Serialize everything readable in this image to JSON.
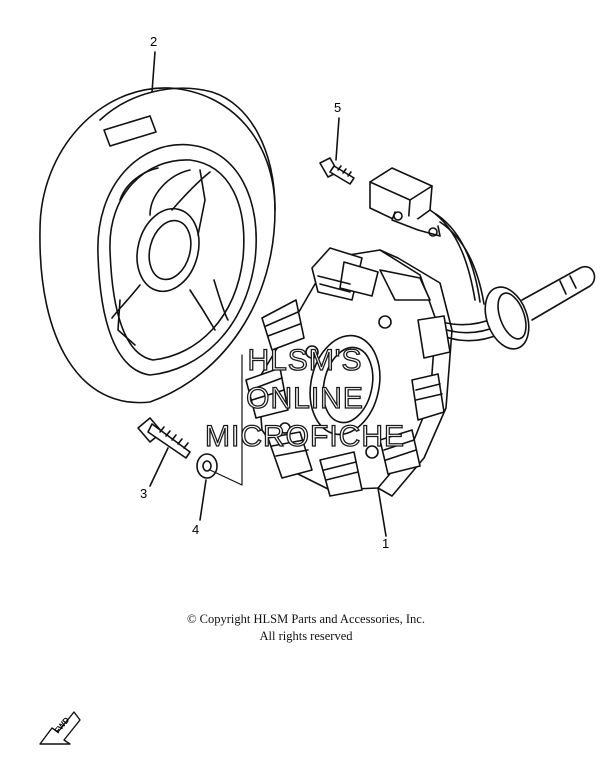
{
  "callouts": {
    "c1": "1",
    "c2": "2",
    "c3": "3",
    "c4": "4",
    "c5": "5"
  },
  "watermark": {
    "line1": "HLSM'S",
    "line2": "ONLINE",
    "line3": "MICROFICHE"
  },
  "copyright": {
    "line1": "© Copyright HLSM Parts and Accessories, Inc.",
    "line2": "All rights reserved"
  },
  "fwd_label": "FWD"
}
